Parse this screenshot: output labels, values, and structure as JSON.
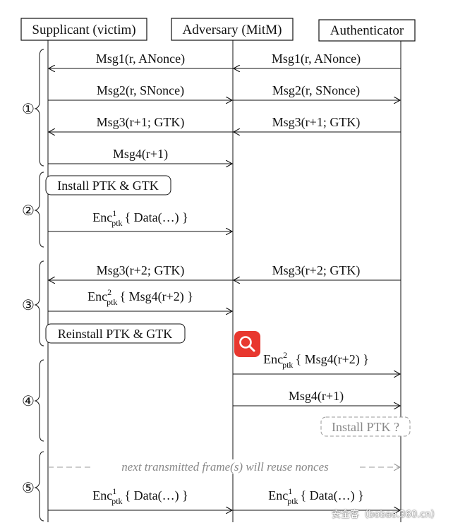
{
  "actors": {
    "supplicant": "Supplicant (victim)",
    "adversary": "Adversary (MitM)",
    "authenticator": "Authenticator"
  },
  "steps": [
    "①",
    "②",
    "③",
    "④",
    "⑤"
  ],
  "messages": {
    "m1_left": "Msg1(r, ANonce)",
    "m1_right": "Msg1(r, ANonce)",
    "m2_left": "Msg2(r, SNonce)",
    "m2_right": "Msg2(r, SNonce)",
    "m3_left": "Msg3(r+1; GTK)",
    "m3_right": "Msg3(r+1; GTK)",
    "m4_left": "Msg4(r+1)",
    "enc1_data_1": {
      "base": "Enc",
      "sup": "1",
      "sub": "ptk",
      "rest": "{ Data(…) }"
    },
    "m3b_left": "Msg3(r+2; GTK)",
    "m3b_right": "Msg3(r+2; GTK)",
    "enc2_left": {
      "base": "Enc",
      "sup": "2",
      "sub": "ptk",
      "rest": "{ Msg4(r+2) }"
    },
    "enc2_right": {
      "base": "Enc",
      "sup": "2",
      "sub": "ptk",
      "rest": "{ Msg4(r+2) }"
    },
    "m4b_right": "Msg4(r+1)",
    "enc1_data_left": {
      "base": "Enc",
      "sup": "1",
      "sub": "ptk",
      "rest": "{ Data(…) }"
    },
    "enc1_data_right": {
      "base": "Enc",
      "sup": "1",
      "sub": "ptk",
      "rest": "{ Data(…) }"
    }
  },
  "boxes": {
    "install": "Install PTK & GTK",
    "reinstall": "Reinstall PTK & GTK",
    "install_ptk_q": "Install PTK ?"
  },
  "note": "next transmitted frame(s) will reuse nonces",
  "icons": {
    "overlay": "search-icon"
  },
  "watermark": "安全客（bobao.360.cn）",
  "colors": {
    "overlay": "#e8382f",
    "dashed": "#999999"
  }
}
